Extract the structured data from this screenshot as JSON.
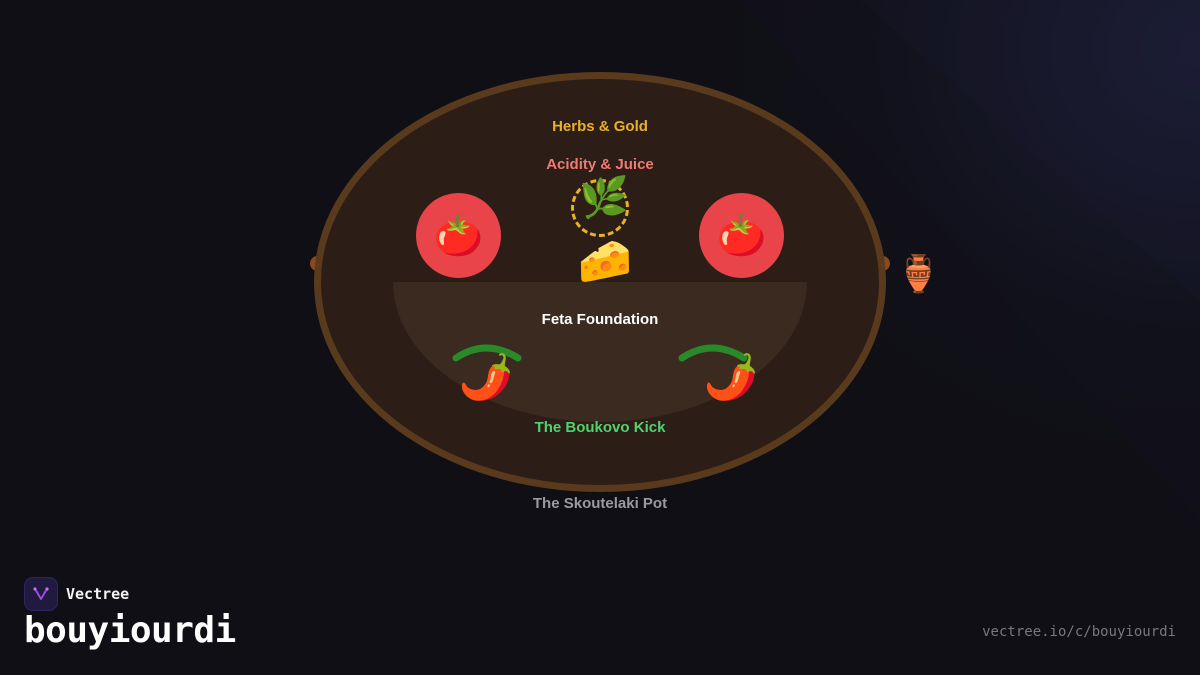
{
  "diagram": {
    "title": "The Skoutelaki Pot",
    "layers": {
      "herbs": "Herbs & Gold",
      "acidity": "Acidity & Juice",
      "feta": "Feta Foundation",
      "kick": "The Boukovo Kick"
    },
    "icons": {
      "tomato": "🍅",
      "herb": "🌿",
      "cheese": "🧀",
      "pepper": "🌶️",
      "amphora": "🏺"
    },
    "colors": {
      "herbs": "#e9b02a",
      "acidity": "#f07a73",
      "feta": "#ffffff",
      "kick": "#4fd36e",
      "pot_rim": "#5a3a1c",
      "tomato": "#e8444a"
    }
  },
  "branding": {
    "brand": "Vectree",
    "title": "bouyiourdi",
    "url": "vectree.io/c/bouyiourdi"
  }
}
